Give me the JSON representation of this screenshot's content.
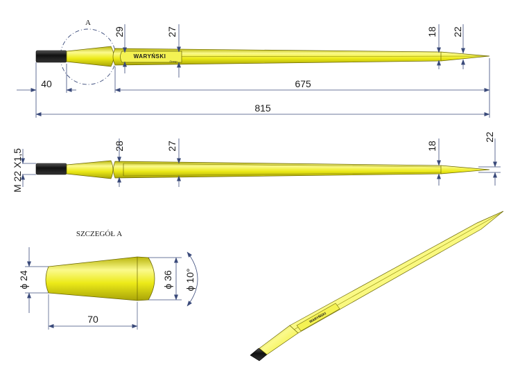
{
  "colors": {
    "tine_yellow": "#ecea18",
    "tine_shade": "#b9b50a",
    "tine_highlight": "#fbfa8c",
    "thread_black": "#1e1e1e",
    "dim_line": "#3a4a7a",
    "text": "#1a1a1a"
  },
  "top_view": {
    "detail_callout": "A",
    "dims": {
      "len_thread": "40",
      "len_body": "675",
      "len_total": "815",
      "dia_cone": "29",
      "dia_slot": "27",
      "dia_tip_flat": "18",
      "dia_tip": "22"
    },
    "logo_text": "WARYŃSKI",
    "logo_sub": "Group"
  },
  "side_view": {
    "thread_spec": "M 22 X1,5",
    "dims": {
      "dia_cone": "28",
      "dia_slot": "27",
      "dia_tip_flat": "18",
      "dia_tip": "22"
    }
  },
  "detail_a": {
    "title": "SZCZEGÓŁ A",
    "dims": {
      "dia_small": "ϕ 24",
      "dia_large": "ϕ 36",
      "angle": "ϕ 10°",
      "length": "70"
    }
  }
}
